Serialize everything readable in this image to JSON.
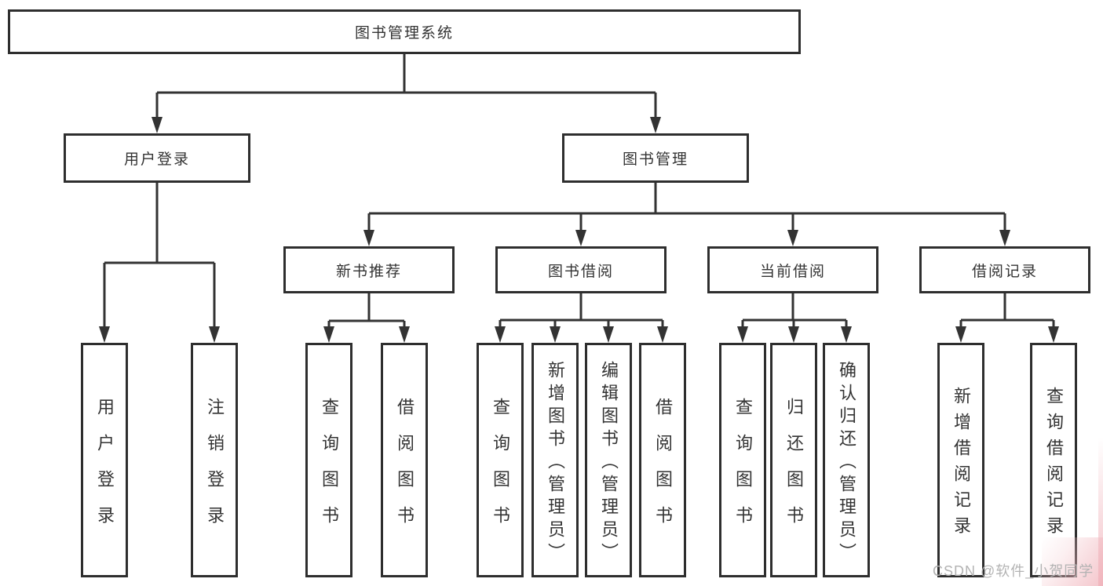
{
  "tree": {
    "root": {
      "label": "图书管理系统",
      "children": [
        {
          "label": "用户登录",
          "children": [
            {
              "label": "用户登录"
            },
            {
              "label": "注销登录"
            }
          ]
        },
        {
          "label": "图书管理",
          "children": [
            {
              "label": "新书推荐",
              "children": [
                {
                  "label": "查询图书"
                },
                {
                  "label": "借阅图书"
                }
              ]
            },
            {
              "label": "图书借阅",
              "children": [
                {
                  "label": "查询图书"
                },
                {
                  "label": "新增图书（管理员）"
                },
                {
                  "label": "编辑图书（管理员）"
                },
                {
                  "label": "借阅图书"
                }
              ]
            },
            {
              "label": "当前借阅",
              "children": [
                {
                  "label": "查询图书"
                },
                {
                  "label": "归还图书"
                },
                {
                  "label": "确认归还（管理员）"
                }
              ]
            },
            {
              "label": "借阅记录",
              "children": [
                {
                  "label": "新增借阅记录"
                },
                {
                  "label": "查询借阅记录"
                }
              ]
            }
          ]
        }
      ]
    }
  },
  "watermark": {
    "text": "CSDN @软件_小贺同学"
  },
  "colors": {
    "line": "#333333",
    "box_border": "#2e2e2e",
    "text": "#333333",
    "watermark_text": "#b3b3b3",
    "corner_tint": "#f0b2ba"
  }
}
